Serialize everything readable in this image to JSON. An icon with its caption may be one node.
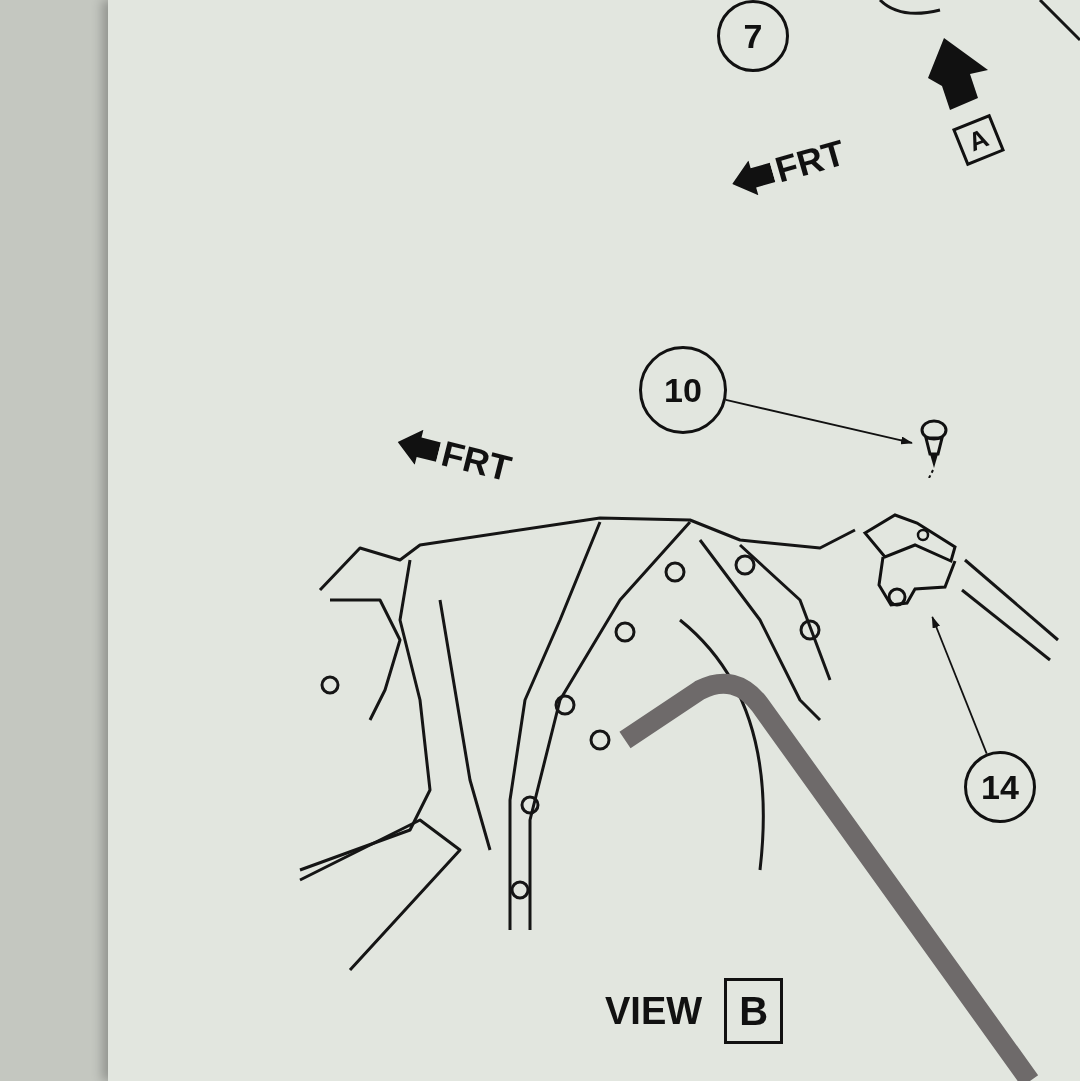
{
  "diagram": {
    "nodes": [
      {
        "text": [
          "7"
        ]
      },
      {
        "text": [
          "10"
        ]
      },
      {
        "text": [],
        "shape": "picture"
      },
      {
        "text": [
          "14"
        ]
      },
      {
        "text": [],
        "shape": "picture"
      }
    ],
    "edges": [
      {
        "from": 1,
        "to": 2,
        "arrow": "to"
      },
      {
        "from": 3,
        "to": 4,
        "arrow": "to"
      }
    ],
    "labels": [
      "A",
      "FRT",
      "FRT",
      "VIEW",
      "B"
    ]
  }
}
